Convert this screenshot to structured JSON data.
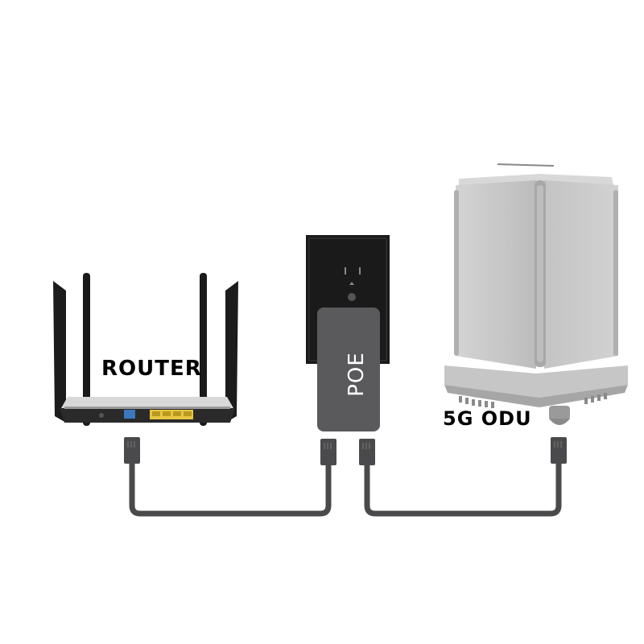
{
  "diagram": {
    "title": "",
    "nodes": [
      {
        "id": "router",
        "label": "ROUTER"
      },
      {
        "id": "poe",
        "label": "POE"
      },
      {
        "id": "odu",
        "label": "5G ODU"
      }
    ],
    "connections": [
      {
        "from": "router",
        "to": "poe",
        "type": "ethernet-cable"
      },
      {
        "from": "poe",
        "to": "odu",
        "type": "ethernet-cable"
      }
    ]
  },
  "colors": {
    "cable": "#4a4a4c",
    "poe_body": "#5a5a5c",
    "wall_socket": "#1a1a1a",
    "odu_body": "#c8c8c8",
    "router_antenna": "#1c1c1c",
    "router_lan_ports": "#e8c640",
    "router_wan_port": "#3a78c0"
  }
}
